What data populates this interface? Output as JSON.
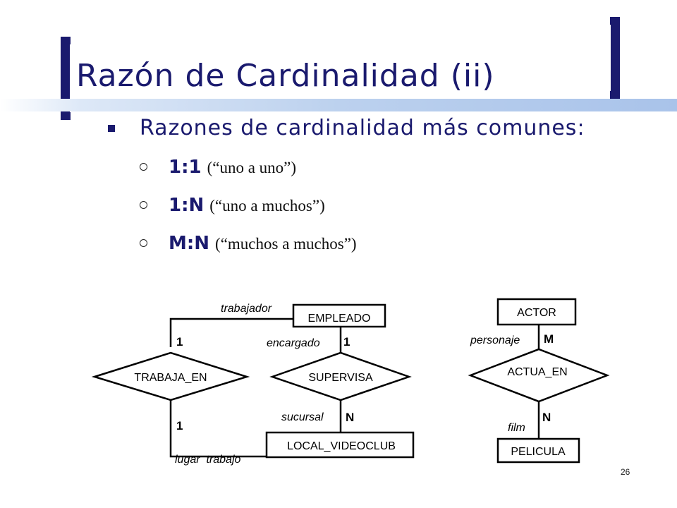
{
  "title": "Razón de Cardinalidad (ii)",
  "bullet": "Razones de cardinalidad más comunes:",
  "items": [
    {
      "code": "1:1",
      "desc": "(“uno a uno”)"
    },
    {
      "code": "1:N",
      "desc": "(“uno a muchos”)"
    },
    {
      "code": "M:N",
      "desc": "(“muchos a muchos”)"
    }
  ],
  "diagram1": {
    "entity_empleado": "EMPLEADO",
    "entity_local": "LOCAL_VIDEOCLUB",
    "rel_trabaja": "TRABAJA_EN",
    "rel_supervisa": "SUPERVISA",
    "role_trabajador": "trabajador",
    "role_encargado": "encargado",
    "role_sucursal": "sucursal",
    "role_lugar": "lugar  trabajo",
    "card_trabaja_top": "1",
    "card_trabaja_bottom": "1",
    "card_supervisa_top": "1",
    "card_supervisa_bottom": "N"
  },
  "diagram2": {
    "entity_actor": "ACTOR",
    "entity_pelicula": "PELICULA",
    "rel_actua": "ACTUA_EN",
    "role_personaje": "personaje",
    "role_film": "film",
    "card_top": "M",
    "card_bottom": "N"
  },
  "page_number": "26"
}
